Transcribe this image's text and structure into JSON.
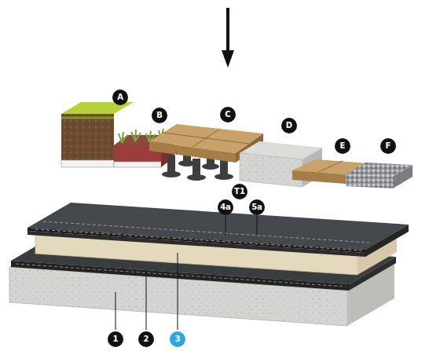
{
  "diagram": {
    "labels": [
      "A",
      "B",
      "C",
      "D",
      "E",
      "F",
      "T1",
      "4a",
      "5a",
      "1",
      "2",
      "3"
    ]
  }
}
